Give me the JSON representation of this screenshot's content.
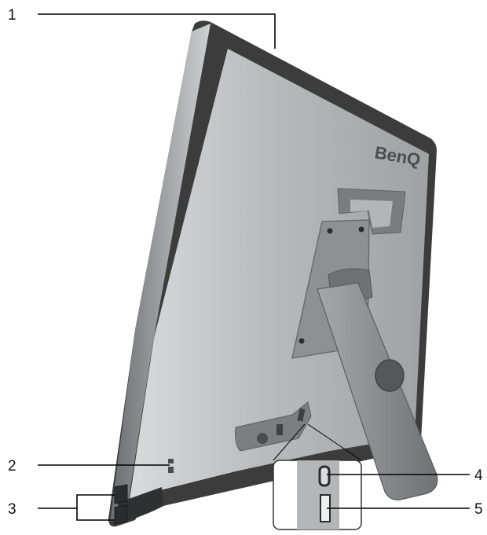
{
  "brand": {
    "logo_text": "BenQ"
  },
  "callouts": [
    {
      "number": "1"
    },
    {
      "number": "2"
    },
    {
      "number": "3"
    },
    {
      "number": "4"
    },
    {
      "number": "5"
    }
  ],
  "colors": {
    "bezel": "#3c3c3c",
    "back_panel": "#a9abae",
    "stand": "#8d8f93",
    "port_panel": "#b4b6b8",
    "background": "#ffffff"
  }
}
